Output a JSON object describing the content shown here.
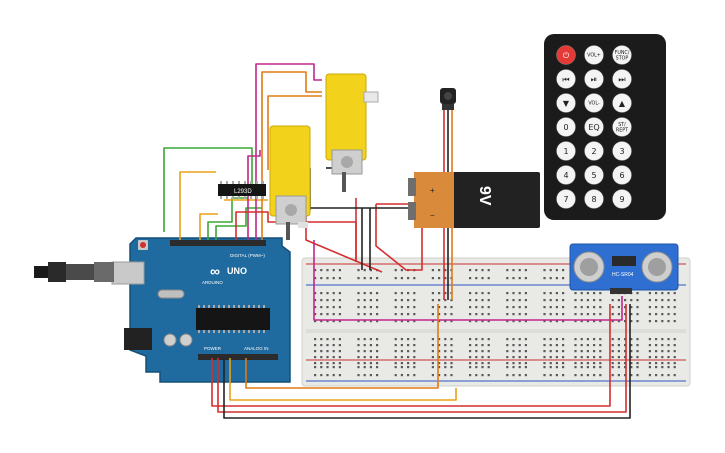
{
  "arduino": {
    "brand": "ARDUINO",
    "model": "UNO",
    "digital_label": "DIGITAL (PWM~)",
    "power_label": "POWER",
    "analog_label": "ANALOG IN",
    "infinity_symbol": "∞"
  },
  "driver": {
    "label": "L293D"
  },
  "battery": {
    "label": "9V",
    "plus": "+",
    "minus": "−"
  },
  "sensor": {
    "label": "HC-SR04"
  },
  "remote": {
    "buttons": [
      [
        "⏻",
        "VOL+",
        "FUNC/\nSTOP"
      ],
      [
        "⏮",
        "⏯",
        "⏭"
      ],
      [
        "▼",
        "VOL-",
        "▲"
      ],
      [
        "0",
        "EQ",
        "ST/\nREPT"
      ],
      [
        "1",
        "2",
        "3"
      ],
      [
        "4",
        "5",
        "6"
      ],
      [
        "7",
        "8",
        "9"
      ]
    ]
  },
  "colors": {
    "arduino_blue": "#1f6a9e",
    "motor_yellow": "#f2d21a",
    "battery_orange": "#d98a3a",
    "remote_body": "#1b1b1b",
    "power_button": "#e53935",
    "breadboard": "#e9e9e6",
    "sensor_blue": "#2e6fd1"
  },
  "icons": [
    "usb-cable-icon",
    "power-button-icon",
    "play-pause-icon",
    "rewind-icon",
    "fast-forward-icon"
  ]
}
